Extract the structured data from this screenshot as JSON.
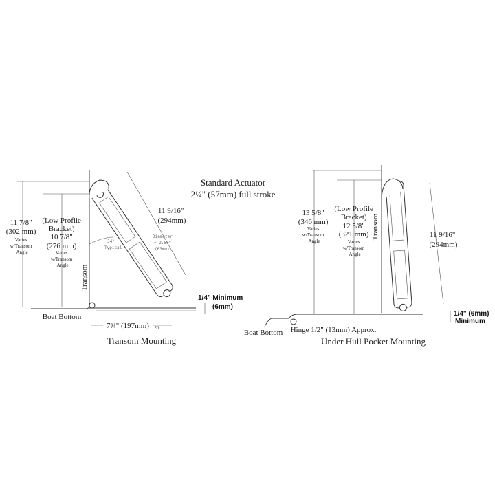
{
  "header": {
    "actuator_title": "Standard Actuator",
    "actuator_stroke": "2¼\" (57mm) full stroke"
  },
  "transom_mounting": {
    "caption": "Transom Mounting",
    "overall_height": [
      "11 7/8\"",
      "(302 mm)",
      "Varies",
      "w/Transom",
      "Angle"
    ],
    "low_profile_height": [
      "(Low Profile",
      "Bracket)",
      "10 7/8\"",
      "(276 mm)",
      "Varies",
      "w/Transom",
      "Angle"
    ],
    "transom_label": "Transom",
    "actuator_length": [
      "11 9/16\"",
      "(294mm)"
    ],
    "angle": [
      "34°",
      "Typical"
    ],
    "diameter": [
      "Diameter",
      "= 2.50\"",
      "(63mm)"
    ],
    "minimum": [
      "1/4\" Minimum",
      "(6mm)"
    ],
    "boat_bottom": "Boat Bottom",
    "spacing": "7¾\" (197mm)",
    "spacing_suffix": "typ"
  },
  "under_hull_mounting": {
    "caption": "Under Hull Pocket Mounting",
    "overall_height": [
      "13 5/8\"",
      "(346 mm)",
      "Varies",
      "w/Transom",
      "Angle"
    ],
    "low_profile_height": [
      "(Low Profile",
      "Bracket)",
      "12 5/8\"",
      "(321 mm)",
      "Varies",
      "w/Transom",
      "Angle"
    ],
    "transom_label": "Transom",
    "actuator_length": [
      "11 9/16\"",
      "(294mm)"
    ],
    "minimum": [
      "1/4\" (6mm)",
      "Minimum"
    ],
    "boat_bottom": "Boat Bottom",
    "hinge": "Hinge 1/2\" (13mm) Approx."
  }
}
